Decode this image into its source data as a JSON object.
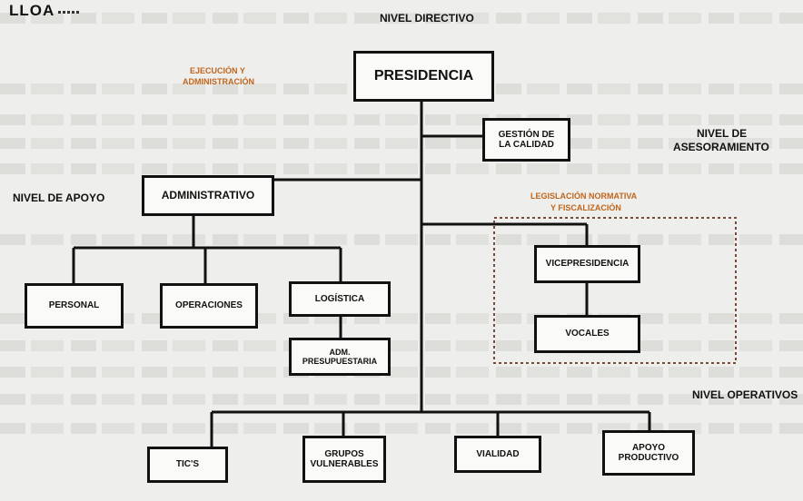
{
  "header": {
    "logo_text": "LLOA"
  },
  "levels": {
    "directive": "NIVEL DIRECTIVO",
    "support": "NIVEL DE APOYO",
    "advisory_line1": "NIVEL DE",
    "advisory_line2": "ASESORAMIENTO",
    "operative": "NIVEL OPERATIVOS"
  },
  "annotations": {
    "execution_line1": "EJECUCIÓN Y",
    "execution_line2": "ADMINISTRACIÓN",
    "legislation_line1": "LEGISLACIÓN NORMATIVA",
    "legislation_line2": "Y FISCALIZACIÓN"
  },
  "boxes": {
    "presidencia": "PRESIDENCIA",
    "gestion_line1": "GESTIÓN DE",
    "gestion_line2": "LA CALIDAD",
    "administrativo": "ADMINISTRATIVO",
    "vicepresidencia": "VICEPRESIDENCIA",
    "vocales": "VOCALES",
    "personal": "PERSONAL",
    "operaciones": "OPERACIONES",
    "logistica": "LOGÍSTICA",
    "adm_line1": "ADM.",
    "adm_line2": "PRESUPUESTARIA",
    "tics": "TIC'S",
    "grupos_line1": "GRUPOS",
    "grupos_line2": "VULNERABLES",
    "vialidad": "VIALIDAD",
    "apoyo_line1": "APOYO",
    "apoyo_line2": "PRODUCTIVO"
  }
}
